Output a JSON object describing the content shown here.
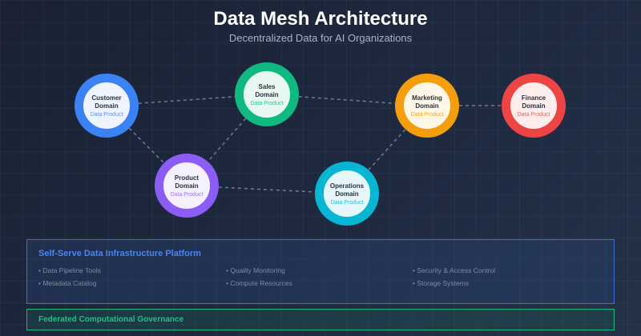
{
  "header": {
    "title": "Data Mesh Architecture",
    "subtitle": "Decentralized Data for AI Organizations"
  },
  "domains": [
    {
      "id": "customer",
      "line1": "Customer",
      "line2": "Domain",
      "sub": "Data Product",
      "ring": "#3b82f6",
      "fill": "#eef3fd",
      "subColor": "#5b93f5"
    },
    {
      "id": "sales",
      "line1": "Sales",
      "line2": "Domain",
      "sub": "Data Product",
      "ring": "#10b981",
      "fill": "#e8f8f1",
      "subColor": "#2cc592"
    },
    {
      "id": "marketing",
      "line1": "Marketing",
      "line2": "Domain",
      "sub": "Data Product",
      "ring": "#f59e0b",
      "fill": "#fef6e6",
      "subColor": "#f5a623"
    },
    {
      "id": "finance",
      "line1": "Finance",
      "line2": "Domain",
      "sub": "Data Product",
      "ring": "#ef4444",
      "fill": "#fdeded",
      "subColor": "#ef5858"
    },
    {
      "id": "product",
      "line1": "Product",
      "line2": "Domain",
      "sub": "Data Product",
      "ring": "#8b5cf6",
      "fill": "#f4f0fe",
      "subColor": "#9b73f5"
    },
    {
      "id": "operations",
      "line1": "Operations",
      "line2": "Domain",
      "sub": "Data Product",
      "ring": "#06b6d4",
      "fill": "#e6f7fb",
      "subColor": "#22bfd9"
    }
  ],
  "connections": [
    [
      "customer",
      "sales"
    ],
    [
      "sales",
      "marketing"
    ],
    [
      "marketing",
      "finance"
    ],
    [
      "customer",
      "product"
    ],
    [
      "sales",
      "product"
    ],
    [
      "product",
      "operations"
    ],
    [
      "operations",
      "marketing"
    ]
  ],
  "platform": {
    "title": "Self-Serve Data Infrastructure Platform",
    "items": [
      "• Data Pipeline Tools",
      "• Quality Monitoring",
      "• Security & Access Control",
      "• Metadata Catalog",
      "• Compute Resources",
      "• Storage Systems"
    ]
  },
  "governance": {
    "title": "Federated Computational Governance"
  }
}
